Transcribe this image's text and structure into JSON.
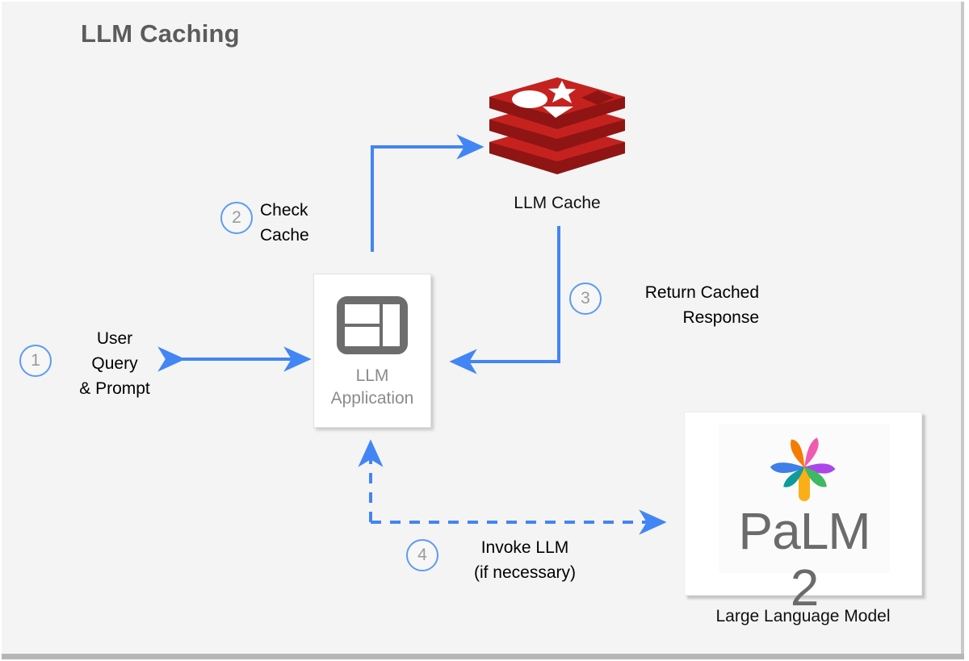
{
  "diagram": {
    "title": "LLM Caching",
    "colors": {
      "arrow_blue": "#4285f4",
      "step_ring_blue": "#5b9bf5",
      "step_number_gray": "#9a9a9a",
      "title_gray": "#5c5c5c",
      "background": "#f4f4f4",
      "redis_red": "#c5221f",
      "redis_dark_red": "#8e1513",
      "app_icon_gray": "#6d6d6d",
      "palm_word_gray": "#6b6b6b"
    },
    "nodes": [
      {
        "id": "llm-application",
        "icon": "app-window-layout-icon",
        "caption": "LLM\nApplication"
      },
      {
        "id": "llm-cache",
        "icon": "redis-logo-icon",
        "caption": "LLM Cache"
      },
      {
        "id": "large-language-model",
        "icon": "palm-pinwheel-logo-icon",
        "wordmark": "PaLM 2",
        "caption": "Large Language Model"
      }
    ],
    "steps": [
      {
        "number": "1",
        "label": "User\nQuery\n& Prompt",
        "align": "center",
        "arrow": "bidirectional-solid"
      },
      {
        "number": "2",
        "label": "Check\nCache",
        "align": "left",
        "arrow": "elbow-up-right-solid"
      },
      {
        "number": "3",
        "label": "Return Cached\nResponse",
        "align": "right",
        "arrow": "elbow-down-left-solid"
      },
      {
        "number": "4",
        "label": "Invoke LLM\n(if necessary)",
        "align": "center",
        "arrow": "dashed-bidirectional"
      }
    ]
  }
}
